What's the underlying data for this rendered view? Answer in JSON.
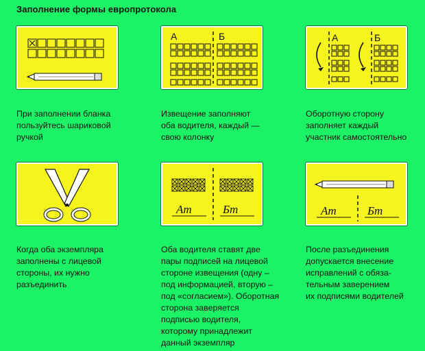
{
  "title": "Заполнение формы европротокола",
  "steps": [
    {
      "caption": "При заполнении бланка\nпользуйтесь шариковой\nручкой",
      "icon": "pen-and-grid-icon"
    },
    {
      "caption": "Извещение заполняют\nоба водителя, каждый —\nсвою колонку",
      "icon": "two-columns-icon",
      "labels": [
        "А",
        "Б"
      ]
    },
    {
      "caption": "Оборотную сторону\nзаполняет каждый\nучастник самостоятельно",
      "icon": "reverse-side-icon",
      "labels": [
        "А",
        "Б"
      ]
    },
    {
      "caption": "Когда оба экземпляра\nзаполнены с лицевой\nстороны, их нужно\nразъединить",
      "icon": "scissors-icon"
    },
    {
      "caption": "Оба водителя ставят две\nпары подписей на лицевой\nстороне извещения (одну –\nпод информацией, вторую –\nпод «согласием»). Оборотная\nсторона заверяется\nподписью водителя,\nкоторому принадлежит\nданный экземпляр",
      "icon": "signatures-icon",
      "signatures": [
        "Ат",
        "Бт"
      ]
    },
    {
      "caption": "После разъединения\nдопускается внесение\nисправлений с обяза-\nтельным заверением\nих подписями водителей",
      "icon": "pen-signatures-icon",
      "signatures": [
        "Ат",
        "Бт"
      ]
    }
  ],
  "colors": {
    "background": "#1cf266",
    "card": "#f6f41e",
    "ink": "#111111",
    "pen_body": "#ffffff"
  }
}
